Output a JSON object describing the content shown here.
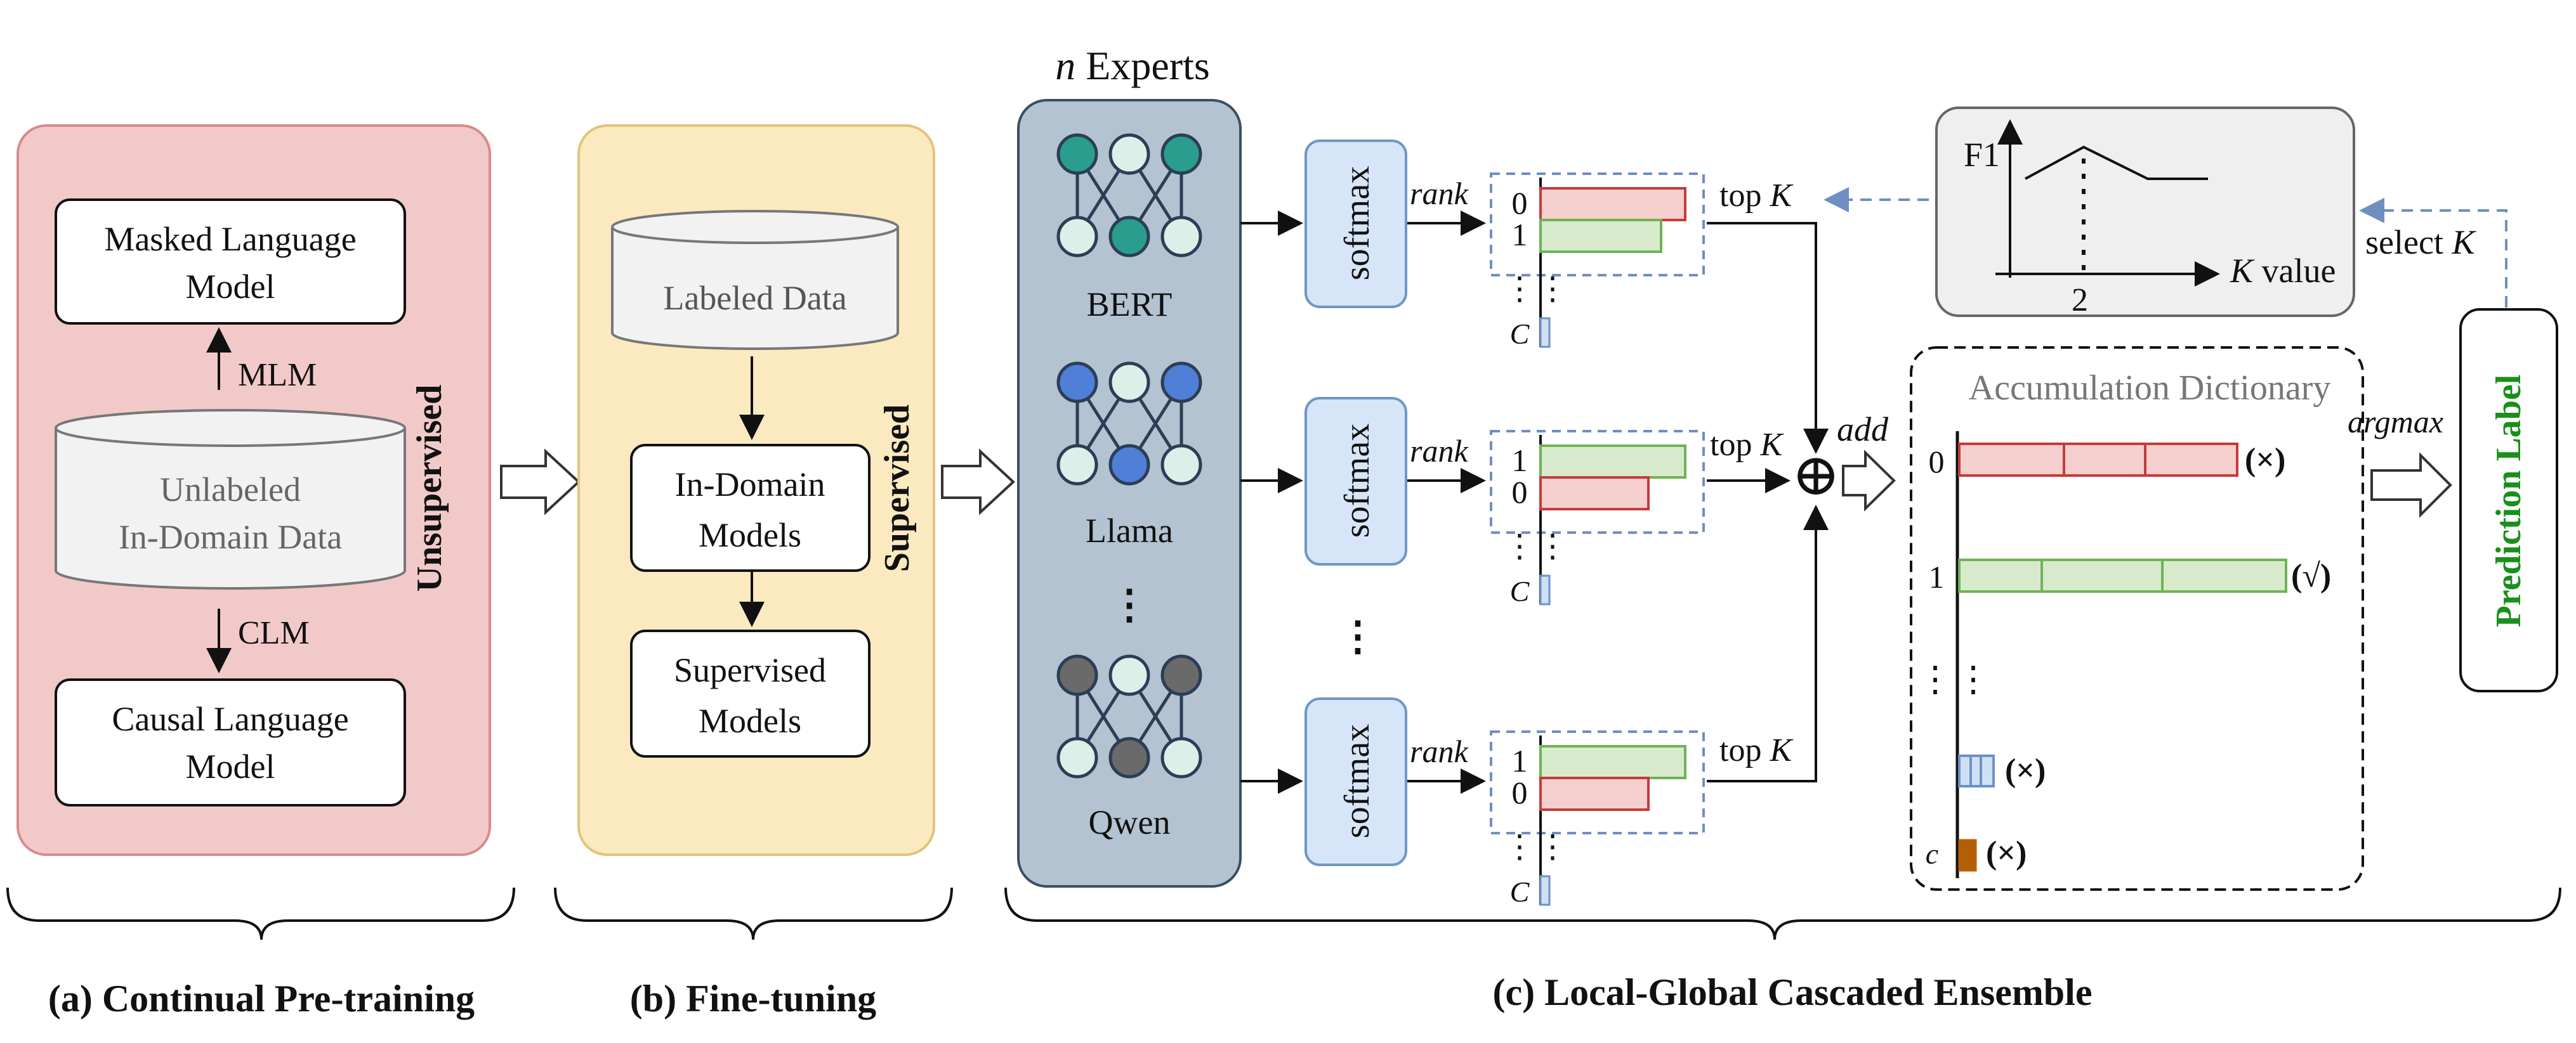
{
  "colors": {
    "pretrain_fill": "#f2c9c9",
    "pretrain_stroke": "#d98b8b",
    "finetune_fill": "#fbeac0",
    "finetune_stroke": "#e2c379",
    "experts_fill": "#b3c3d1",
    "experts_stroke": "#3b4f62",
    "softmax_fill": "#d6e6f8",
    "softmax_stroke": "#6f97c5",
    "red_fill": "#f6cfcf",
    "red_stroke": "#c43b3b",
    "green_fill": "#d7ebcc",
    "green_stroke": "#6fb256",
    "blue_fill": "#cfe0f5",
    "blue_stroke": "#6b92c8",
    "orange_fill": "#b45f06",
    "dash_blue": "#6e8fc0",
    "accum_title": "#777777",
    "pred_label": "#1a8f1a",
    "bert_node": "#2a9d8f",
    "llama_node": "#4f7fd6",
    "qwen_node": "#6a6a6a",
    "light_node": "#dcefe9",
    "net_edge": "#2c3e55"
  },
  "pretrain": {
    "mlm_model": [
      "Masked Language",
      "Model"
    ],
    "data": [
      "Unlabeled",
      "In-Domain Data"
    ],
    "clm_model": [
      "Causal Language",
      "Model"
    ],
    "mlm_label": "MLM",
    "clm_label": "CLM",
    "side_label": "Unsupervised"
  },
  "finetune": {
    "labeled": "Labeled Data",
    "in_domain": [
      "In-Domain",
      "Models"
    ],
    "supervised_models": [
      "Supervised",
      "Models"
    ],
    "side_label": "Supervised"
  },
  "experts": {
    "title_n": "n",
    "title_rest": " Experts",
    "names": [
      "BERT",
      "Llama",
      "Qwen"
    ],
    "ellipsis": "⋮"
  },
  "ensemble": {
    "softmax": "softmax",
    "rank": "rank",
    "top": "top",
    "K": "K",
    "add": "add",
    "plus": "⊕",
    "rank_lists": [
      [
        "0",
        "1"
      ],
      [
        "1",
        "0"
      ],
      [
        "1",
        "0"
      ]
    ],
    "last_class": "C",
    "dots": "⋮"
  },
  "f1_plot": {
    "y_label": "F1",
    "x_tick": "2",
    "x_label_K": "K",
    "x_label_rest": " value",
    "select": "select ",
    "select_K": "K"
  },
  "accumulation": {
    "title": "Accumulation Dictionary",
    "rows": [
      {
        "label": "0",
        "mark": "(×)"
      },
      {
        "label": "1",
        "mark": "(√)"
      },
      {
        "label": "⋮",
        "mark": ""
      },
      {
        "label": "",
        "mark": "(×)"
      },
      {
        "label": "c",
        "mark": "(×)"
      }
    ],
    "argmax": "argmax",
    "prediction": "Prediction Label"
  },
  "sections": {
    "a": "(a) Continual Pre-training",
    "b": "(b) Fine-tuning",
    "c": "(c) Local-Global Cascaded Ensemble"
  }
}
